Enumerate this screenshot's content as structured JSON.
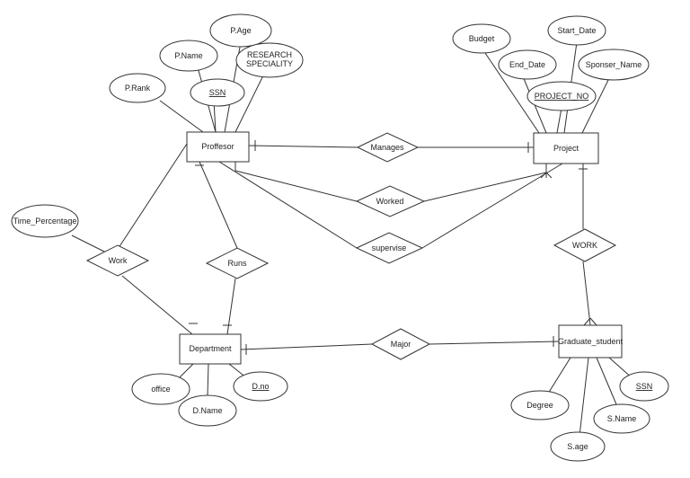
{
  "entities": {
    "professor": "Proffesor",
    "project": "Project",
    "department": "Department",
    "graduate_student": "Graduate_student"
  },
  "relationships": {
    "manages": "Manages",
    "worked": "Worked",
    "supervise": "supervise",
    "work": "Work",
    "runs": "Runs",
    "work_project": "WORK",
    "major": "Major"
  },
  "attributes": {
    "p_age": "P.Age",
    "p_name": "P.Name",
    "research_line1": "RESEARCH",
    "research_line2": "SPECIALITY",
    "p_rank": "P.Rank",
    "ssn_prof": "SSN",
    "budget": "Budget",
    "start_date": "Start_Date",
    "end_date": "End_Date",
    "sponsor_name": "Sponser_Name",
    "project_no": "PROJECT_NO",
    "time_percentage": "Time_Percentage",
    "office": "office",
    "d_name": "D.Name",
    "d_no": "D.no",
    "degree": "Degree",
    "ssn_student": "SSN",
    "s_name": "S.Name",
    "s_age": "S.age"
  }
}
